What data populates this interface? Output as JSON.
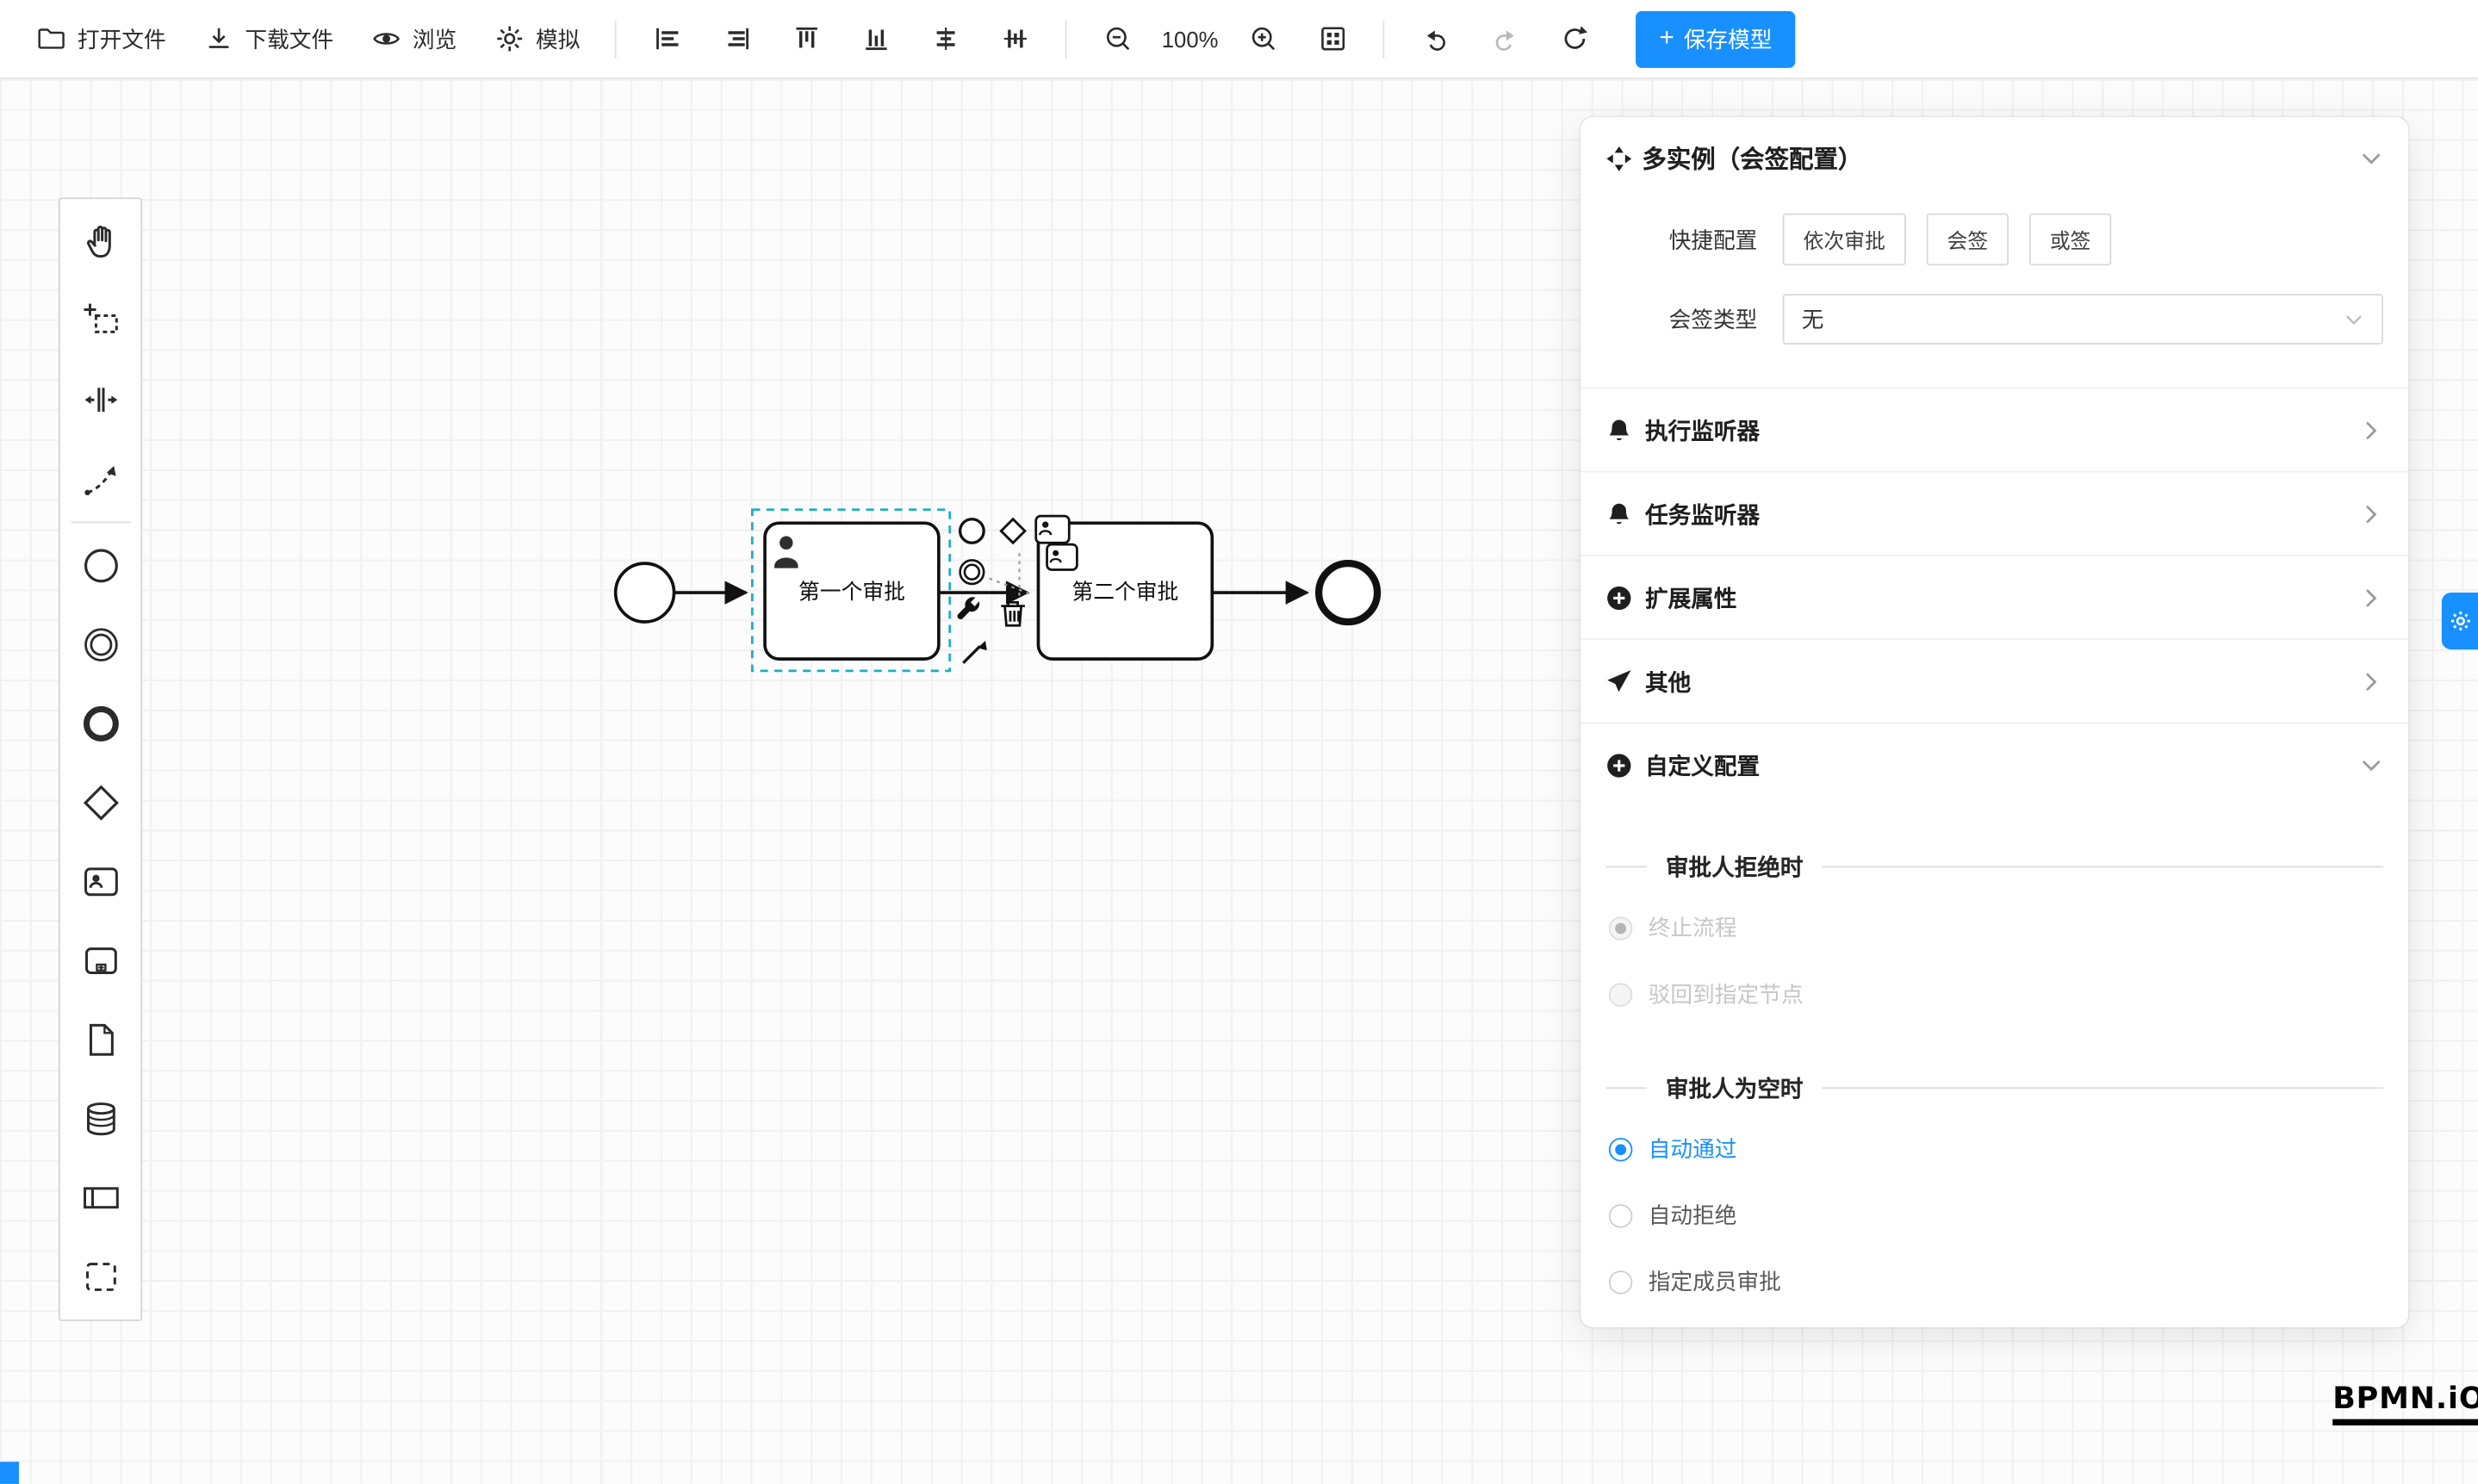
{
  "toolbar": {
    "open": "打开文件",
    "download": "下载文件",
    "preview": "浏览",
    "simulate": "模拟",
    "zoom_level": "100%",
    "save": "保存模型",
    "save_plus": "+"
  },
  "canvas": {
    "task1": "第一个审批",
    "task2": "第二个审批"
  },
  "panel": {
    "title": "多实例（会签配置）",
    "quick_label": "快捷配置",
    "quick_options": [
      {
        "label": "依次审批"
      },
      {
        "label": "会签"
      },
      {
        "label": "或签"
      }
    ],
    "sign_type_label": "会签类型",
    "sign_type_value": "无",
    "rows": [
      {
        "label": "执行监听器",
        "icon": "bell-icon"
      },
      {
        "label": "任务监听器",
        "icon": "bell-icon"
      },
      {
        "label": "扩展属性",
        "icon": "plus-circle-icon"
      },
      {
        "label": "其他",
        "icon": "send-icon"
      },
      {
        "label": "自定义配置",
        "icon": "plus-circle-icon"
      }
    ],
    "reject_section": {
      "title": "审批人拒绝时",
      "options": [
        {
          "label": "终止流程",
          "checked": true,
          "disabled": true
        },
        {
          "label": "驳回到指定节点",
          "checked": false,
          "disabled": true
        }
      ]
    },
    "empty_section": {
      "title": "审批人为空时",
      "options": [
        {
          "label": "自动通过",
          "checked": true,
          "disabled": false
        },
        {
          "label": "自动拒绝",
          "checked": false,
          "disabled": false
        },
        {
          "label": "指定成员审批",
          "checked": false,
          "disabled": false
        }
      ]
    }
  },
  "logo": "BPMN.iO",
  "colors": {
    "accent": "#1890ff",
    "selection": "#1cadc9"
  }
}
